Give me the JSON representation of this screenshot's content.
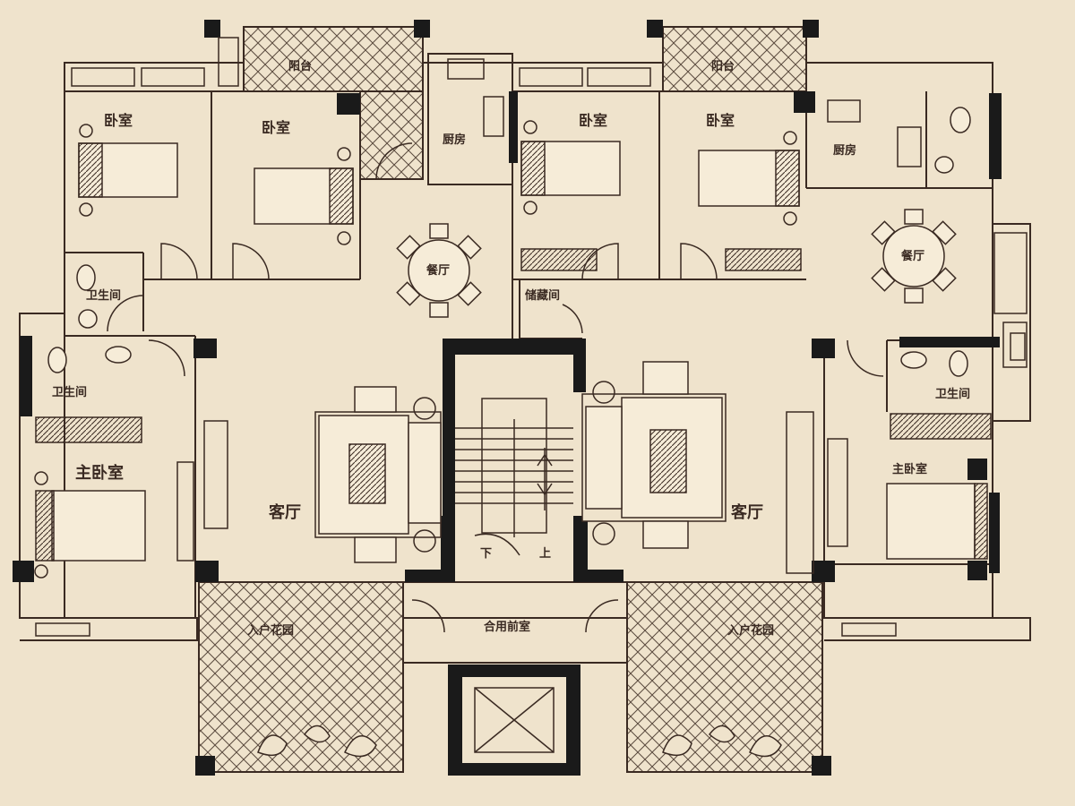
{
  "labels": {
    "balcony": "阳台",
    "bedroom": "卧室",
    "kitchen": "厨房",
    "dining": "餐厅",
    "bathroom": "卫生间",
    "storage": "储藏间",
    "master_bedroom": "主卧室",
    "living_room": "客厅",
    "entry_garden": "入户花园",
    "shared_lobby": "合用前室",
    "stair_down": "下",
    "stair_up": "上"
  },
  "colors": {
    "background": "#efe3cc",
    "wall": "#1a1a1a",
    "line": "#3a2a22",
    "fill_light": "#f6ecd8"
  }
}
